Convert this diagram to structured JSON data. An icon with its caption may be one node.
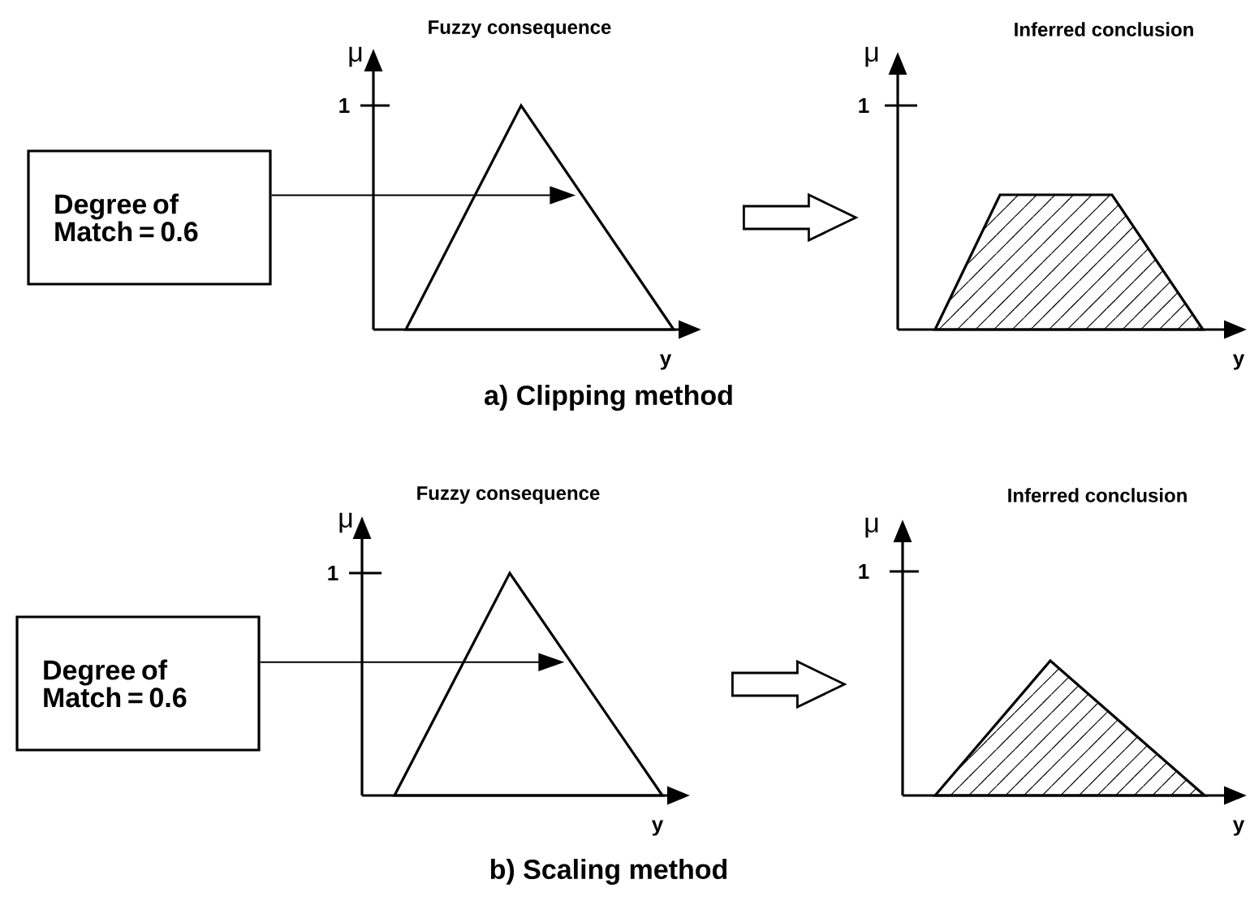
{
  "diagram": {
    "nodes": [
      {
        "text": [
          "Degree of Match = 0.6"
        ]
      },
      {
        "text": [],
        "shape": "triangle"
      },
      {
        "text": [],
        "shape": "trapezoid"
      },
      {
        "text": [
          "Degree of Match = 0.6"
        ]
      },
      {
        "text": [],
        "shape": "triangle"
      },
      {
        "text": [],
        "shape": "triangle"
      }
    ],
    "edges": [
      {
        "from": 0,
        "to": 1,
        "arrow": "to"
      },
      {
        "from": 1,
        "to": 2,
        "arrow": "to"
      },
      {
        "from": 3,
        "to": 4,
        "arrow": "to"
      },
      {
        "from": 4,
        "to": 5,
        "arrow": "to"
      }
    ],
    "labels": [
      "Fuzzy consequence",
      "Inferred conclusion",
      "μ",
      "μ",
      "1",
      "1",
      "y",
      "y",
      "a) Clipping method",
      "Fuzzy consequence",
      "Inferred conclusion",
      "μ",
      "μ",
      "1",
      "1",
      "y",
      "y",
      "b) Scaling method"
    ]
  }
}
